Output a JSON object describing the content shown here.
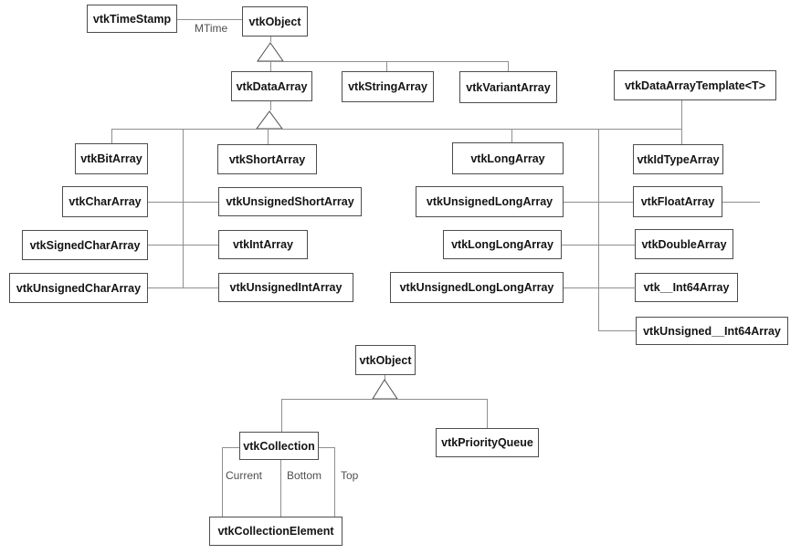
{
  "diagram": {
    "title": "VTK class inheritance diagram",
    "colors": {
      "background": "#ffffff",
      "line": "#8f8f8f",
      "border": "#4d4d4d",
      "text": "#141414",
      "label_text": "#4f4f4f"
    },
    "nodes": {
      "timeStamp": {
        "label": "vtkTimeStamp"
      },
      "object1": {
        "label": "vtkObject"
      },
      "dataArray": {
        "label": "vtkDataArray"
      },
      "stringArray": {
        "label": "vtkStringArray"
      },
      "variantArray": {
        "label": "vtkVariantArray"
      },
      "dataArrayTemplate": {
        "label": "vtkDataArrayTemplate<T>"
      },
      "bitArray": {
        "label": "vtkBitArray"
      },
      "shortArray": {
        "label": "vtkShortArray"
      },
      "charArray": {
        "label": "vtkCharArray"
      },
      "unsignedShortArray": {
        "label": "vtkUnsignedShortArray"
      },
      "signedCharArray": {
        "label": "vtkSignedCharArray"
      },
      "intArray": {
        "label": "vtkIntArray"
      },
      "unsignedCharArray": {
        "label": "vtkUnsignedCharArray"
      },
      "unsignedIntArray": {
        "label": "vtkUnsignedIntArray"
      },
      "longArray": {
        "label": "vtkLongArray"
      },
      "unsignedLongArray": {
        "label": "vtkUnsignedLongArray"
      },
      "longLongArray": {
        "label": "vtkLongLongArray"
      },
      "unsignedLongLongArray": {
        "label": "vtkUnsignedLongLongArray"
      },
      "idTypeArray": {
        "label": "vtkIdTypeArray"
      },
      "floatArray": {
        "label": "vtkFloatArray"
      },
      "doubleArray": {
        "label": "vtkDoubleArray"
      },
      "int64Array": {
        "label": "vtk__Int64Array"
      },
      "unsignedInt64Array": {
        "label": "vtkUnsigned__Int64Array"
      },
      "object2": {
        "label": "vtkObject"
      },
      "collection": {
        "label": "vtkCollection"
      },
      "priorityQueue": {
        "label": "vtkPriorityQueue"
      },
      "collectionElement": {
        "label": "vtkCollectionElement"
      }
    },
    "edge_labels": {
      "mtime": "MTime",
      "current": "Current",
      "bottom": "Bottom",
      "top": "Top"
    }
  }
}
